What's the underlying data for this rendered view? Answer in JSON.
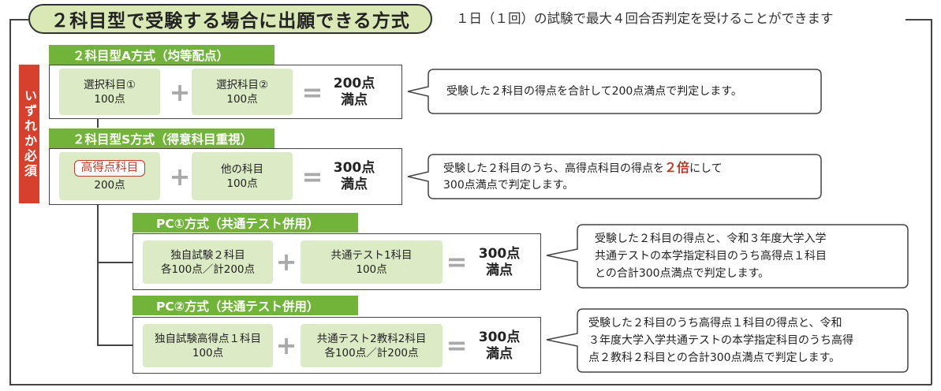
{
  "header": {
    "title": "２科目型で受験する場合に出願できる方式",
    "subtitle": "１日（１回）の試験で最大４回合否判定を受けることができます"
  },
  "side_label": "いずれか必須",
  "methods": [
    {
      "tab": "２科目型A方式（均等配点）",
      "cells": [
        {
          "tag": "",
          "line1": "選択科目①",
          "line2": "100点"
        },
        {
          "tag": "",
          "line1": "選択科目②",
          "line2": "100点"
        }
      ],
      "plus": "+",
      "equals": "=",
      "result_line1": "200点",
      "result_line2": "満点",
      "note_lines": [
        "受験した２科目の得点を合計して200点満点で判定します。"
      ]
    },
    {
      "tab": "２科目型S方式（得意科目重視）",
      "cells": [
        {
          "tag": "高得点科目",
          "line1": "",
          "line2": "200点"
        },
        {
          "tag": "",
          "line1": "他の科目",
          "line2": "100点"
        }
      ],
      "plus": "+",
      "equals": "=",
      "result_line1": "300点",
      "result_line2": "満点",
      "note_pre": "受験した２科目のうち、高得点科目の得点を",
      "note_emphasis": "２倍",
      "note_post": "にして",
      "note_line2": "300点満点で判定します。"
    },
    {
      "tab": "PC①方式（共通テスト併用）",
      "cells": [
        {
          "tag": "",
          "line1": "独自試験２科目",
          "line2": "各100点／計200点"
        },
        {
          "tag": "",
          "line1": "共通テスト1科目",
          "line2": "100点"
        }
      ],
      "plus": "+",
      "equals": "=",
      "result_line1": "300点",
      "result_line2": "満点",
      "note_lines": [
        "受験した２科目の得点と、令和３年度大学入学",
        "共通テストの本学指定科目のうち高得点１科目",
        "との合計300点満点で判定します。"
      ]
    },
    {
      "tab": "PC②方式（共通テスト併用）",
      "cells": [
        {
          "tag": "",
          "line1": "独自試験高得点１科目",
          "line2": "100点"
        },
        {
          "tag": "",
          "line1": "共通テスト2教科2科目",
          "line2": "各100点／計200点"
        }
      ],
      "plus": "+",
      "equals": "=",
      "result_line1": "300点",
      "result_line2": "満点",
      "note_lines": [
        "受験した２科目のうち高得点１科目の得点と、令和",
        "３年度大学入学共通テストの本学指定科目のうち高得",
        "点２教科２科目との合計300点満点で判定します。"
      ]
    }
  ]
}
